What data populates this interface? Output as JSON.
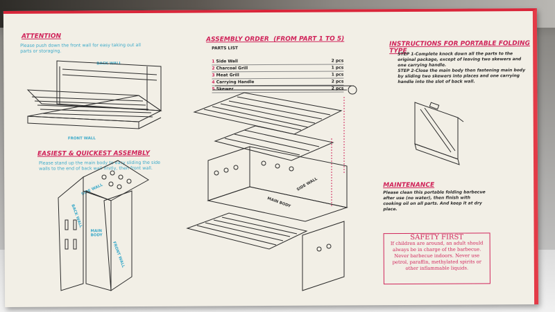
{
  "attention": {
    "title": "ATTENTION",
    "body": "Please push down the front wall for easy taking out all parts or storaging.",
    "labels": {
      "back_wall": "BACK WALL",
      "front_wall": "FRONT WALL"
    }
  },
  "easiest": {
    "title": "EASIEST & QUICKEST ASSEMBLY",
    "body": "Please stand up the main body to easy sliding the side walls to the end of back wall firstly, then front wall.",
    "labels": {
      "side_wall": "SIDE WALL",
      "back_wall": "BACK WALL",
      "main_body": "MAIN BODY",
      "front_wall": "FRONT WALL"
    }
  },
  "assembly": {
    "title": "ASSEMBLY ORDER",
    "range": "(FROM PART 1 TO 5)",
    "parts_title": "PARTS LIST",
    "parts": [
      {
        "num": "1",
        "name": "Side Wall",
        "qty": "2 pcs"
      },
      {
        "num": "2",
        "name": "Charcoal Grill",
        "qty": "1 pcs"
      },
      {
        "num": "3",
        "name": "Meat Grill",
        "qty": "1 pcs"
      },
      {
        "num": "4",
        "name": "Carrying Handle",
        "qty": "2 pcs"
      },
      {
        "num": "5",
        "name": "Skewer",
        "qty": "2 pcs"
      }
    ],
    "labels": {
      "side_wall": "SIDE WALL",
      "main_body": "MAIN BODY"
    }
  },
  "instructions": {
    "title": "INSTRUCTIONS FOR PORTABLE FOLDING TYPE",
    "step1": "STEP 1-Complete knock down all the parts to the original package, except of leaving two skewers and one carrying handle.",
    "step2": "STEP 2-Close the main body then fastening main body by sliding two skewers into places and one carrying handle into the slot of back wall."
  },
  "maintenance": {
    "title": "MAINTENANCE",
    "body": "Please clean this portable folding barbecue after use (no water), then finish with cooking oil on all parts. And keep it at dry place."
  },
  "safety": {
    "title": "SAFETY FIRST",
    "body": "If children are around, an adult should always be in charge of the barbecue. Never barbecue indoors. Never use petrol, paraffin, methylated spirits or other inflammable liquids."
  },
  "colors": {
    "accent_red": "#d0245a",
    "text_blue": "#3aa9c9",
    "box_border": "#e33a47",
    "paper": "#f2efe6"
  }
}
